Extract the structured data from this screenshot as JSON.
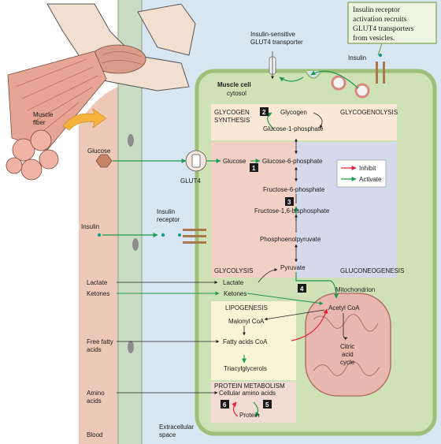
{
  "callout": {
    "line1": "Insulin receptor",
    "line2": "activation recruits",
    "line3": "GLUT4 transporters",
    "line4": "from vesicles."
  },
  "labels": {
    "muscle_fiber_1": "Muscle",
    "muscle_fiber_2": "fiber",
    "glut4_transporter_1": "Insulin-sensitive",
    "glut4_transporter_2": "GLUT4 transporter",
    "insulin_top": "Insulin",
    "muscle_cell": "Muscle cell",
    "cytosol": "cytosol",
    "glycogen_synthesis_1": "GLYCOGEN",
    "glycogen_synthesis_2": "SYNTHESIS",
    "glycogenolysis": "GLYCOGENOLYSIS",
    "glycogen": "Glycogen",
    "glucose_1_phosphate": "Glucose-1-phosphate",
    "glucose_outside": "Glucose",
    "glucose_inside": "Glucose",
    "glucose_6_phosphate": "Glucose-6-phosphate",
    "glut4": "GLUT4",
    "fructose_6_phosphate": "Fructose-6-phosphate",
    "fructose_16_bisphosphate": "Fructose-1,6-bisphosphate",
    "insulin_receptor_1": "Insulin",
    "insulin_receptor_2": "receptor",
    "insulin_left": "Insulin",
    "pep": "Phosphoenolpyruvate",
    "glycolysis": "GLYCOLYSIS",
    "pyruvate": "Pyruvate",
    "gluconeogenesis": "GLUCONEOGENESIS",
    "lactate_out": "Lactate",
    "lactate_in": "Lactate",
    "mitochondrion": "Mitochondrion",
    "ketones_out": "Ketones",
    "ketones_in": "Ketones",
    "acetyl_coa": "Acetyl CoA",
    "lipogenesis": "LIPOGENESIS",
    "malonyl_coa": "Malonyl CoA",
    "ffa_1": "Free fatty",
    "ffa_2": "acids",
    "fatty_acids_coa": "Fatty acids CoA",
    "citric_1": "Citric",
    "citric_2": "acid",
    "citric_3": "cycle",
    "triacylglycerols": "Triacylglycerols",
    "protein_metabolism": "PROTEIN METABOLISM",
    "amino_1": "Amino",
    "amino_2": "acids",
    "cellular_amino_acids": "Cellular amino acids",
    "protein": "Protein",
    "blood": "Blood",
    "extracellular_1": "Extracellular",
    "extracellular_2": "space"
  },
  "legend": {
    "inhibit": "Inhibit",
    "activate": "Activate"
  },
  "steps": {
    "s1": "1",
    "s2": "2",
    "s3": "3",
    "s4": "4",
    "s5": "5",
    "s6": "6"
  },
  "colors": {
    "activate": "#1e9a4c",
    "inhibit": "#e0203a",
    "blood": "#efc9b8",
    "extracellular": "#d7e6f1",
    "cell": "#cfe2b6",
    "membrane": "#9dbf78",
    "glycolysis_panel": "#f2d0c6",
    "gluconeogenesis_panel": "#d4d9ec",
    "glycogen_panel": "#fbe9d6",
    "mitochondrion": "#e8b7ad"
  }
}
